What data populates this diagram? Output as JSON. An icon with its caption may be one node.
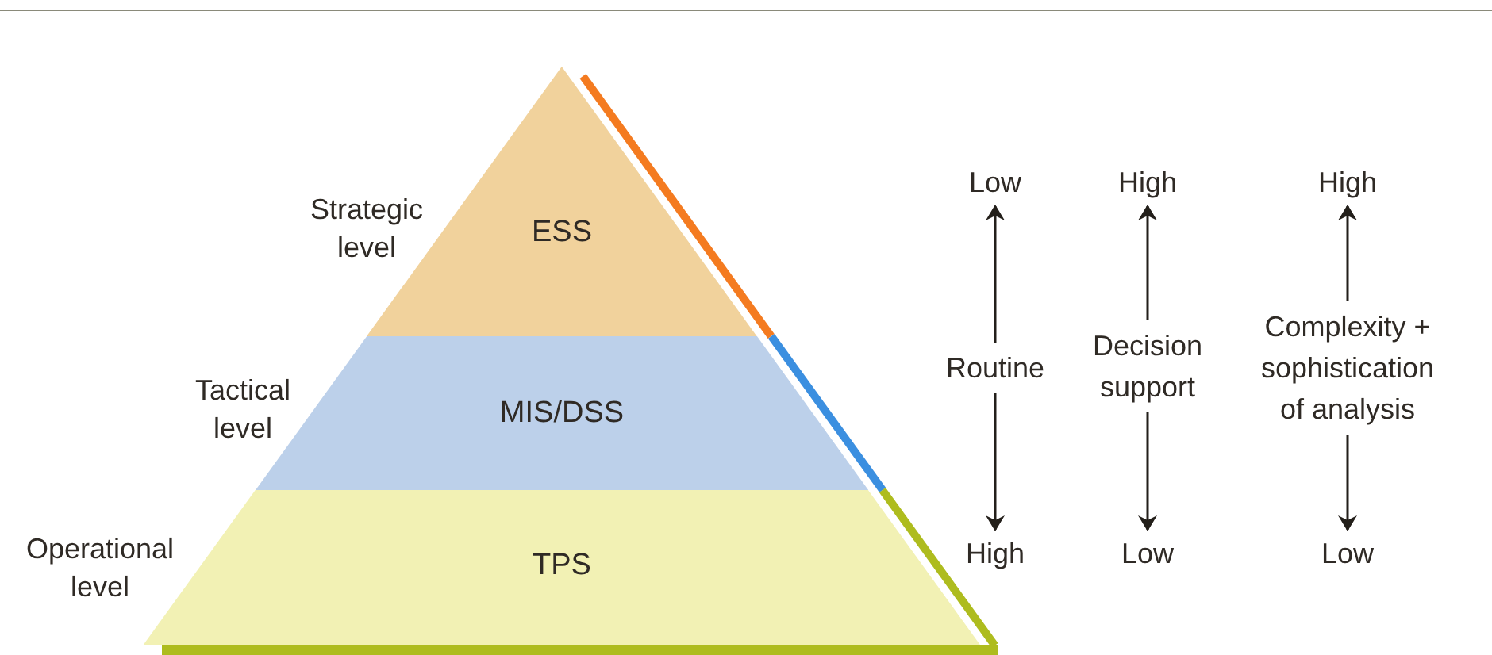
{
  "diagram": {
    "nodes": [
      {
        "text": [
          "ESS"
        ],
        "beside": [
          "Strategic level"
        ]
      },
      {
        "text": [
          "MIS/DSS"
        ],
        "beside": [
          "Tactical level"
        ]
      },
      {
        "text": [
          "TPS"
        ],
        "beside": [
          "Operational level"
        ]
      },
      {
        "text": [
          "Low"
        ]
      },
      {
        "text": [
          "Routine"
        ]
      },
      {
        "text": [
          "High"
        ]
      },
      {
        "text": [
          "High"
        ]
      },
      {
        "text": [
          "Decision support"
        ]
      },
      {
        "text": [
          "Low"
        ]
      },
      {
        "text": [
          "High"
        ]
      },
      {
        "text": [
          "Complexity + sophistication of analysis"
        ]
      },
      {
        "text": [
          "Low"
        ]
      }
    ],
    "edges": [
      {
        "from": 4,
        "to": 3,
        "arrow": "to"
      },
      {
        "from": 4,
        "to": 5,
        "arrow": "to"
      },
      {
        "from": 7,
        "to": 6,
        "arrow": "to"
      },
      {
        "from": 7,
        "to": 8,
        "arrow": "to"
      },
      {
        "from": 10,
        "to": 9,
        "arrow": "to"
      },
      {
        "from": 10,
        "to": 11,
        "arrow": "to"
      }
    ]
  }
}
